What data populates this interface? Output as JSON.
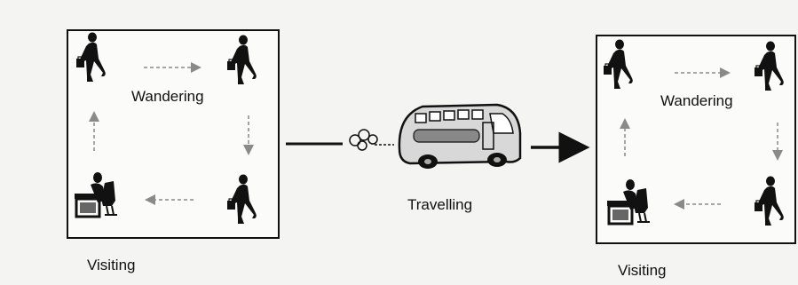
{
  "diagram": {
    "left_box": {
      "activity": "Wandering",
      "caption": "Visiting"
    },
    "transit": {
      "caption": "Travelling"
    },
    "right_box": {
      "activity": "Wandering",
      "caption": "Visiting"
    }
  },
  "icons": {
    "walker": "walking-businessman-icon",
    "desk": "person-at-desk-icon",
    "bus": "bus-icon",
    "exhaust": "exhaust-cloud-icon"
  },
  "colors": {
    "ink": "#111111",
    "dashed_arrow": "#8a8a8a",
    "bus_body": "#d8d8d8",
    "background": "#f4f4f2"
  }
}
